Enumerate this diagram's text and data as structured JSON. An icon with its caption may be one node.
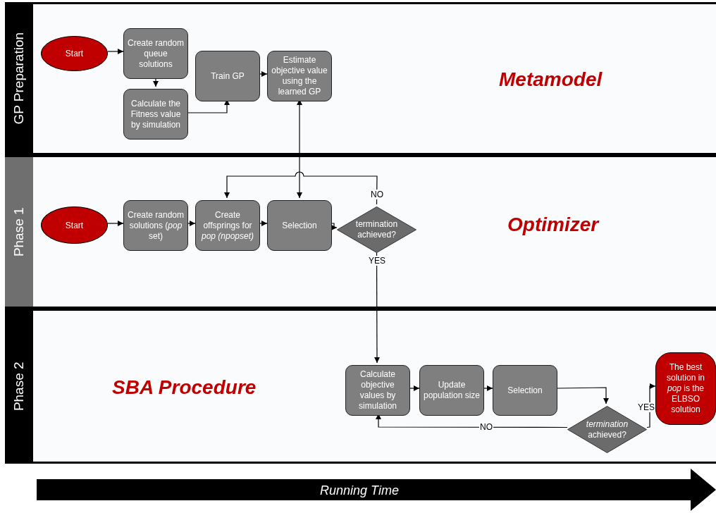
{
  "diagram": {
    "nodes": [
      {
        "text": [
          "GP Preparation"
        ]
      },
      {
        "text": [
          "Phase 1"
        ]
      },
      {
        "text": [
          "Phase 2"
        ]
      },
      {
        "text": [
          "Start"
        ],
        "in": 0
      },
      {
        "text": [
          "Create random queue solutions"
        ],
        "in": 0
      },
      {
        "text": [
          "Calculate the Fitness value by simulation"
        ],
        "in": 0
      },
      {
        "text": [
          "Train GP"
        ],
        "in": 0
      },
      {
        "text": [
          "Estimate objective value using the learned GP"
        ],
        "in": 0
      },
      {
        "text": [
          "Start"
        ],
        "in": 1
      },
      {
        "text": [
          "Create random solutions (*pop* set)"
        ],
        "in": 1
      },
      {
        "text": [
          "Create offsprings for *pop (npopset)*"
        ],
        "in": 1
      },
      {
        "text": [
          "Selection"
        ],
        "in": 1
      },
      {
        "text": [
          "termination achieved?"
        ],
        "in": 1
      },
      {
        "text": [
          "Calculate objective values by simulation"
        ],
        "in": 2
      },
      {
        "text": [
          "Update population size"
        ],
        "in": 2
      },
      {
        "text": [
          "Selection"
        ],
        "in": 2
      },
      {
        "text": [
          "*termination* achieved?"
        ],
        "in": 2
      },
      {
        "text": [
          "The best solution in *pop* is the ELBSO solution"
        ],
        "in": 2
      }
    ],
    "edges": [
      {
        "from": 3,
        "to": 4,
        "arrow": "to"
      },
      {
        "from": 4,
        "to": 5,
        "arrow": "to"
      },
      {
        "from": 5,
        "to": 6,
        "arrow": "to"
      },
      {
        "from": 6,
        "to": 7,
        "arrow": "to"
      },
      {
        "from": 11,
        "to": 7,
        "arrow": "both"
      },
      {
        "from": 8,
        "to": 9,
        "arrow": "to"
      },
      {
        "from": 9,
        "to": 10,
        "arrow": "to"
      },
      {
        "from": 10,
        "to": 11,
        "arrow": "to"
      },
      {
        "from": 11,
        "to": 12,
        "arrow": "to"
      },
      {
        "from": 12,
        "to": 10,
        "arrow": "to",
        "label": "NO"
      },
      {
        "from": 12,
        "to": 13,
        "arrow": "to",
        "label": "YES"
      },
      {
        "from": 13,
        "to": 14,
        "arrow": "to"
      },
      {
        "from": 14,
        "to": 15,
        "arrow": "to"
      },
      {
        "from": 15,
        "to": 16,
        "arrow": "to"
      },
      {
        "from": 16,
        "to": 13,
        "arrow": "to",
        "label": "NO"
      },
      {
        "from": 16,
        "to": 17,
        "arrow": "to",
        "label": "YES"
      }
    ],
    "labels": [
      "Metamodel",
      "Optimizer",
      "SBA Procedure",
      "Running Time"
    ]
  }
}
